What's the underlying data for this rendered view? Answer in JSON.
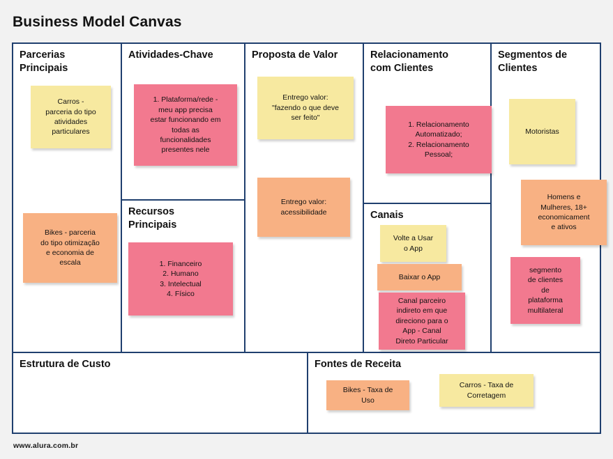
{
  "page": {
    "title": "Business Model Canvas",
    "footer_url": "www.alura.com.br"
  },
  "colors": {
    "frame_border": "#1f3f6e",
    "note_yellow": "#f7e9a0",
    "note_orange": "#f8b183",
    "note_pink": "#f2798f",
    "background": "#f2f2f2",
    "text": "#121212"
  },
  "blocks": {
    "key_partners": {
      "title": "Parcerias\nPrincipais",
      "notes": [
        {
          "color": "yellow",
          "text": "Carros -\nparceria do tipo\natividades\nparticulares"
        },
        {
          "color": "orange",
          "text": "Bikes - parceria\ndo tipo otimização\ne economia de\nescala"
        }
      ]
    },
    "key_activities": {
      "title": "Atividades-Chave",
      "notes": [
        {
          "color": "pink",
          "text": "1. Plataforma/rede -\nmeu app precisa\nestar funcionando em\ntodas as\nfuncionalidades\npresentes nele"
        }
      ]
    },
    "key_resources": {
      "title": "Recursos\nPrincipais",
      "notes": [
        {
          "color": "pink",
          "text": "1. Financeiro\n2. Humano\n3. Intelectual\n4. Físico"
        }
      ]
    },
    "value_proposition": {
      "title": "Proposta de Valor",
      "notes": [
        {
          "color": "yellow",
          "text": "Entrego valor:\n\"fazendo o que deve\nser feito\""
        },
        {
          "color": "orange",
          "text": "Entrego valor:\nacessibilidade"
        }
      ]
    },
    "customer_relationships": {
      "title": "Relacionamento\ncom Clientes",
      "notes": [
        {
          "color": "pink",
          "text": "1. Relacionamento\nAutomatizado;\n2. Relacionamento\nPessoal;"
        }
      ]
    },
    "channels": {
      "title": "Canais",
      "notes": [
        {
          "color": "yellow",
          "text": "Volte a Usar\no App"
        },
        {
          "color": "orange",
          "text": "Baixar o App"
        },
        {
          "color": "pink",
          "text": "Canal parceiro\nindireto em que\ndireciono para o\nApp - Canal\nDireto Particular"
        }
      ]
    },
    "customer_segments": {
      "title": "Segmentos de\nClientes",
      "notes": [
        {
          "color": "yellow",
          "text": "Motoristas"
        },
        {
          "color": "orange",
          "text": "Homens e\nMulheres, 18+\neconomicament\ne ativos"
        },
        {
          "color": "pink",
          "text": "segmento\nde clientes\nde\nplataforma\nmultilateral"
        }
      ]
    },
    "cost_structure": {
      "title": "Estrutura de Custo",
      "notes": []
    },
    "revenue_streams": {
      "title": "Fontes de Receita",
      "notes": [
        {
          "color": "orange",
          "text": "Bikes - Taxa de\nUso"
        },
        {
          "color": "yellow",
          "text": "Carros - Taxa de\nCorretagem"
        }
      ]
    }
  }
}
